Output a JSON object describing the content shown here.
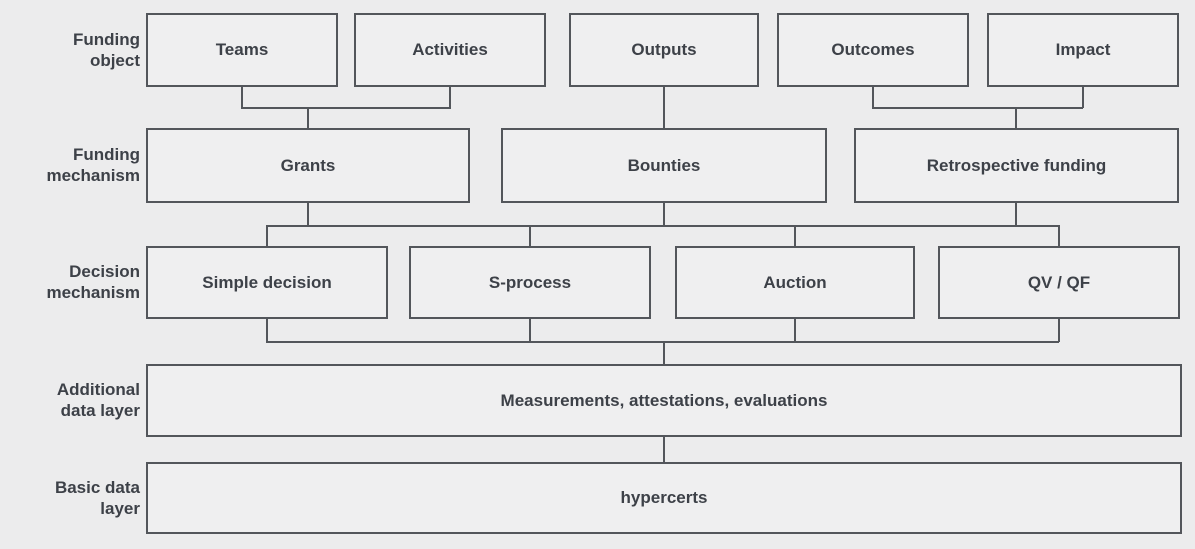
{
  "palette": {
    "background": "#ececed",
    "box_fill": "#efeff0",
    "box_border": "#53565b",
    "connector": "#53565b",
    "text": "#3d4148"
  },
  "rows": [
    {
      "label_lines": [
        "Funding",
        "object"
      ],
      "boxes": [
        {
          "label": "Teams"
        },
        {
          "label": "Activities"
        },
        {
          "label": "Outputs"
        },
        {
          "label": "Outcomes"
        },
        {
          "label": "Impact"
        }
      ]
    },
    {
      "label_lines": [
        "Funding",
        "mechanism"
      ],
      "boxes": [
        {
          "label": "Grants"
        },
        {
          "label": "Bounties"
        },
        {
          "label": "Retrospective funding"
        }
      ]
    },
    {
      "label_lines": [
        "Decision",
        "mechanism"
      ],
      "boxes": [
        {
          "label": "Simple decision"
        },
        {
          "label": "S-process"
        },
        {
          "label": "Auction"
        },
        {
          "label": "QV / QF"
        }
      ]
    },
    {
      "label_lines": [
        "Additional",
        "data layer"
      ],
      "boxes": [
        {
          "label": "Measurements, attestations, evaluations"
        }
      ]
    },
    {
      "label_lines": [
        "Basic data",
        "layer"
      ],
      "boxes": [
        {
          "label": "hypercerts"
        }
      ]
    }
  ]
}
